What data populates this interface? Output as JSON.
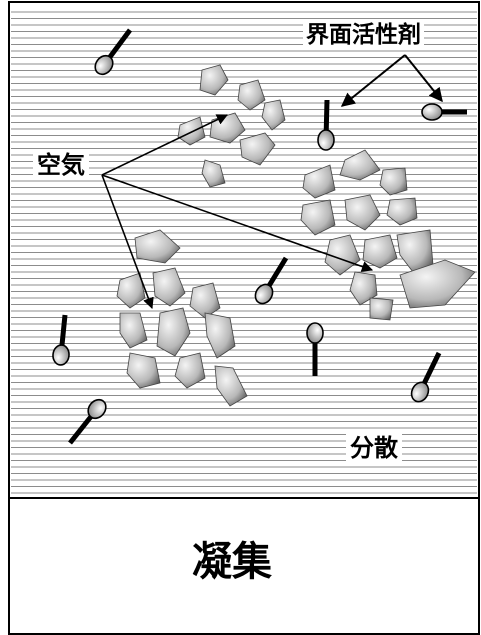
{
  "labels": {
    "surfactant": "界面活性剤",
    "air": "空気",
    "dispersion": "分散",
    "aggregation": "凝集"
  },
  "colors": {
    "frame": "#000000",
    "hatch": "#666666",
    "particle_light": "#f4f4f4",
    "particle_dark": "#555555",
    "molecule_head": "#9a9a9a"
  }
}
